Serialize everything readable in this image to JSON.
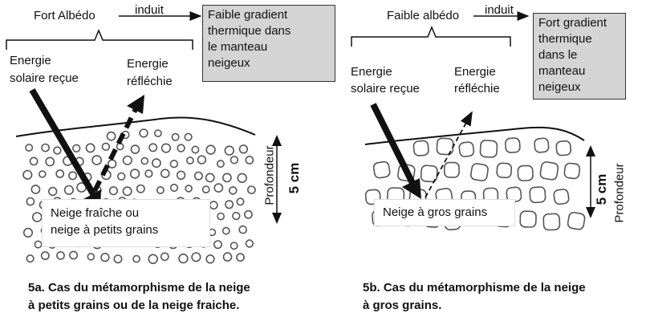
{
  "panel_a": {
    "albedo_label": "Fort Albédo",
    "induit_label": "induit",
    "result_lines": [
      "Faible gradient",
      "thermique dans",
      "le manteau",
      "neigeux"
    ],
    "incoming_lines": [
      "Energie",
      "solaire reçue"
    ],
    "reflected_lines": [
      "Energie",
      "réfléchie"
    ],
    "snow_lines": [
      "Neige fraîche ou",
      "neige à petits grains"
    ],
    "depth_label": "Profondeur",
    "scale_label": "5 cm",
    "caption_lines": [
      "5a. Cas du métamorphisme de la neige",
      "à petits grains ou de la neige fraiche."
    ]
  },
  "panel_b": {
    "albedo_label": "Faible albédo",
    "induit_label": "induit",
    "result_lines": [
      "Fort gradient",
      "thermique",
      "dans le",
      "manteau",
      "neigeux"
    ],
    "incoming_lines": [
      "Energie",
      "solaire reçue"
    ],
    "reflected_lines": [
      "Energie",
      "réfléchie"
    ],
    "snow_label": "Neige à gros grains",
    "depth_label": "Profondeur",
    "scale_label": "5 cm",
    "caption_lines": [
      "5b. Cas du métamorphisme de la neige",
      "à gros grains."
    ]
  }
}
